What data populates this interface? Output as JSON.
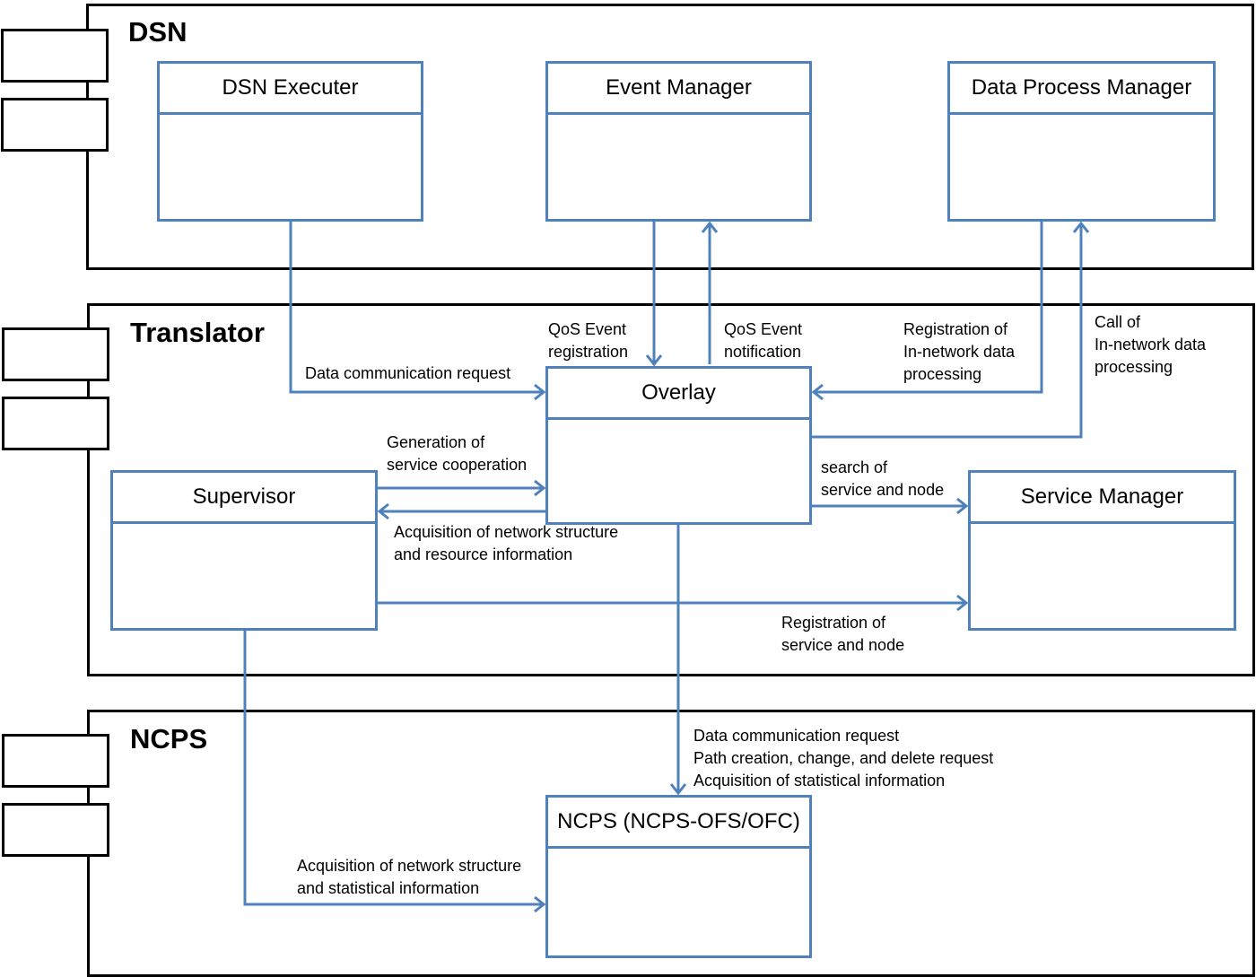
{
  "layers": {
    "dsn": {
      "title": "DSN"
    },
    "translator": {
      "title": "Translator"
    },
    "ncps": {
      "title": "NCPS"
    }
  },
  "components": {
    "dsn_executer": {
      "title": "DSN Executer"
    },
    "event_manager": {
      "title": "Event Manager"
    },
    "data_process_manager": {
      "title": "Data Process Manager"
    },
    "overlay": {
      "title": "Overlay"
    },
    "supervisor": {
      "title": "Supervisor"
    },
    "service_manager": {
      "title": "Service Manager"
    },
    "ncps_component": {
      "title": "NCPS (NCPS-OFS/OFC)"
    }
  },
  "labels": {
    "data_comm_request": [
      "Data communication request"
    ],
    "qos_event_registration": [
      "QoS Event",
      "registration"
    ],
    "qos_event_notification": [
      "QoS Event",
      "notification"
    ],
    "registration_in_network": [
      "Registration of",
      "In-network data",
      "processing"
    ],
    "call_in_network": [
      "Call of",
      "In-network data",
      "processing"
    ],
    "generation_service_coop": [
      "Generation of",
      "service cooperation"
    ],
    "acq_network_resource": [
      "Acquisition of network structure",
      "and resource information"
    ],
    "search_service_node": [
      "search of",
      "service and node"
    ],
    "registration_service_node": [
      "Registration of",
      "service and node"
    ],
    "ncps_requests": [
      "Data communication request",
      "Path creation, change, and delete request",
      "Acquisition of statistical information"
    ],
    "acq_network_statistical": [
      "Acquisition of network structure",
      "and statistical information"
    ]
  },
  "colors": {
    "component_border": "#4f81bd",
    "connector": "#4f81bd",
    "layer_border": "#000000"
  }
}
